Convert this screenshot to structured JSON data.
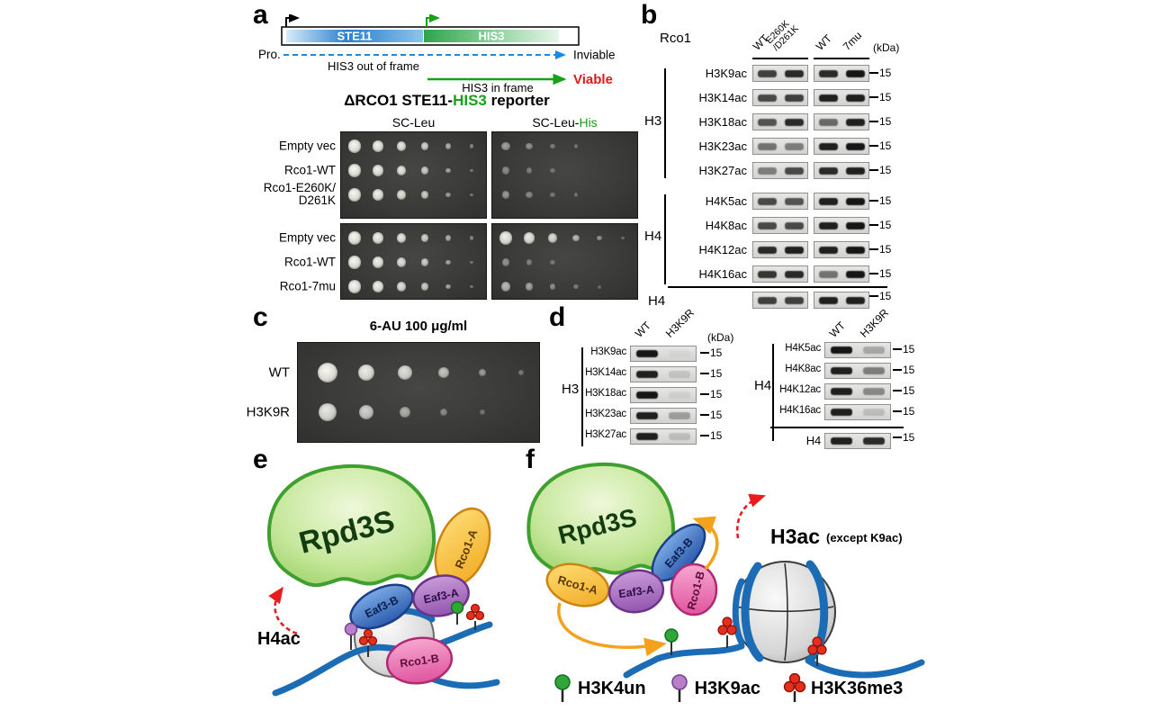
{
  "panel_a": {
    "label": "a",
    "diagram": {
      "pro": "Pro.",
      "ste11": "STE11",
      "his3": "HIS3",
      "out_of_frame": "HIS3 out of frame",
      "inviable": "Inviable",
      "in_frame": "HIS3 in frame",
      "viable": "Viable"
    },
    "title": {
      "pre": "ΔRCO1  STE11-",
      "his3": "HIS3",
      "post": " reporter"
    },
    "plate_headers": {
      "left": "SC-Leu",
      "right_pre": "SC-Leu-",
      "right_his": "His"
    },
    "groups": [
      {
        "rows": [
          {
            "label": "Empty vec",
            "label2": "",
            "leu": [
              1,
              0.95,
              0.9,
              0.75,
              0.5,
              0.25
            ],
            "his": [
              0.35,
              0.25,
              0.12,
              0.05,
              0,
              0
            ]
          },
          {
            "label": "Rco1-WT",
            "label2": "",
            "leu": [
              1,
              0.95,
              0.9,
              0.7,
              0.45,
              0.2
            ],
            "his": [
              0.2,
              0.1,
              0.04,
              0,
              0,
              0
            ]
          },
          {
            "label": "Rco1-E260K/",
            "label2": "D261K",
            "leu": [
              1,
              0.95,
              0.85,
              0.7,
              0.4,
              0.2
            ],
            "his": [
              0.3,
              0.18,
              0.08,
              0.03,
              0,
              0
            ]
          }
        ]
      },
      {
        "rows": [
          {
            "label": "Empty vec",
            "label2": "",
            "leu": [
              1,
              0.95,
              0.9,
              0.75,
              0.5,
              0.25
            ],
            "his": [
              0.95,
              0.9,
              0.8,
              0.55,
              0.3,
              0.1
            ]
          },
          {
            "label": "Rco1-WT",
            "label2": "",
            "leu": [
              1,
              0.95,
              0.85,
              0.7,
              0.45,
              0.2
            ],
            "his": [
              0.25,
              0.12,
              0.05,
              0,
              0,
              0
            ]
          },
          {
            "label": "Rco1-7mu",
            "label2": "",
            "leu": [
              1,
              0.95,
              0.85,
              0.7,
              0.45,
              0.2
            ],
            "his": [
              0.55,
              0.4,
              0.25,
              0.12,
              0.04,
              0
            ]
          }
        ]
      }
    ]
  },
  "panel_b": {
    "label": "b",
    "rco1_label": "Rco1",
    "kda": "(kDa)",
    "cols": [
      "WT",
      "E260K\n/D261K",
      "WT",
      "7mu"
    ],
    "h3_label": "H3",
    "h4_label": "H4",
    "h3_rows": [
      {
        "label": "H3K9ac",
        "mw": "15",
        "lanes": [
          [
            0.75,
            0.85
          ],
          [
            0.85,
            0.95
          ]
        ]
      },
      {
        "label": "H3K14ac",
        "mw": "15",
        "lanes": [
          [
            0.7,
            0.75
          ],
          [
            0.9,
            0.9
          ]
        ]
      },
      {
        "label": "H3K18ac",
        "mw": "15",
        "lanes": [
          [
            0.65,
            0.85
          ],
          [
            0.55,
            0.9
          ]
        ]
      },
      {
        "label": "H3K23ac",
        "mw": "15",
        "lanes": [
          [
            0.5,
            0.45
          ],
          [
            0.9,
            0.95
          ]
        ]
      },
      {
        "label": "H3K27ac",
        "mw": "15",
        "lanes": [
          [
            0.45,
            0.7
          ],
          [
            0.85,
            0.9
          ]
        ]
      }
    ],
    "h4_rows": [
      {
        "label": "H4K5ac",
        "mw": "15",
        "lanes": [
          [
            0.7,
            0.65
          ],
          [
            0.9,
            0.95
          ]
        ]
      },
      {
        "label": "H4K8ac",
        "mw": "15",
        "lanes": [
          [
            0.7,
            0.7
          ],
          [
            0.9,
            0.95
          ]
        ]
      },
      {
        "label": "H4K12ac",
        "mw": "15",
        "lanes": [
          [
            0.85,
            0.9
          ],
          [
            0.9,
            0.95
          ]
        ]
      },
      {
        "label": "H4K16ac",
        "mw": "15",
        "lanes": [
          [
            0.8,
            0.85
          ],
          [
            0.5,
            0.95
          ]
        ]
      }
    ],
    "h4_load": [
      {
        "label": "H4",
        "mw": "15",
        "lanes": [
          [
            0.75,
            0.75
          ],
          [
            0.9,
            0.9
          ]
        ]
      }
    ]
  },
  "panel_c": {
    "label": "c",
    "title": "6-AU  100 μg/ml",
    "rows": [
      {
        "label": "WT",
        "spots": [
          1,
          0.92,
          0.82,
          0.6,
          0.32,
          0.08
        ]
      },
      {
        "label": "H3K9R",
        "spots": [
          0.88,
          0.72,
          0.45,
          0.18,
          0.04,
          0
        ]
      }
    ]
  },
  "panel_d": {
    "label": "d",
    "kda": "(kDa)",
    "left": {
      "group_label": "H3",
      "cols": [
        "WT",
        "H3K9R"
      ],
      "rows": [
        {
          "label": "H3K9ac",
          "mw": "15",
          "lanes": [
            0.95,
            0.03
          ]
        },
        {
          "label": "H3K14ac",
          "mw": "15",
          "lanes": [
            0.9,
            0.12
          ]
        },
        {
          "label": "H3K18ac",
          "mw": "15",
          "lanes": [
            0.95,
            0.06
          ]
        },
        {
          "label": "H3K23ac",
          "mw": "15",
          "lanes": [
            0.9,
            0.3
          ]
        },
        {
          "label": "H3K27ac",
          "mw": "15",
          "lanes": [
            0.9,
            0.15
          ]
        }
      ]
    },
    "right": {
      "group_label": "H4",
      "cols": [
        "WT",
        "H3K9R"
      ],
      "rows": [
        {
          "label": "H4K5ac",
          "mw": "15",
          "lanes": [
            0.95,
            0.25
          ]
        },
        {
          "label": "H4K8ac",
          "mw": "15",
          "lanes": [
            0.9,
            0.45
          ]
        },
        {
          "label": "H4K12ac",
          "mw": "15",
          "lanes": [
            0.9,
            0.4
          ]
        },
        {
          "label": "H4K16ac",
          "mw": "15",
          "lanes": [
            0.9,
            0.15
          ]
        }
      ],
      "load": [
        {
          "label": "H4",
          "mw": "15",
          "lanes": [
            0.9,
            0.85
          ]
        }
      ]
    }
  },
  "panel_e": {
    "label": "e",
    "complex": "Rpd3S",
    "rco1a": "Rco1-A",
    "eaf3b": "Eaf3-B",
    "eaf3a": "Eaf3-A",
    "rco1b": "Rco1-B",
    "target": "H4ac"
  },
  "panel_f": {
    "label": "f",
    "complex": "Rpd3S",
    "rco1a": "Rco1-A",
    "eaf3b": "Eaf3-B",
    "eaf3a": "Eaf3-A",
    "rco1b": "Rco1-B",
    "target": "H3ac",
    "target_note": "(except K9ac)"
  },
  "legend": {
    "items": [
      {
        "label": "H3K4un",
        "color": "#2fa637"
      },
      {
        "label": "H3K9ac",
        "color": "#b77fc9"
      },
      {
        "label": "H3K36me3",
        "color": "#e2301f"
      }
    ]
  },
  "colors": {
    "viable_red": "#e01818",
    "his3_green": "#18a018",
    "dna_blue": "#1b6cb5"
  }
}
